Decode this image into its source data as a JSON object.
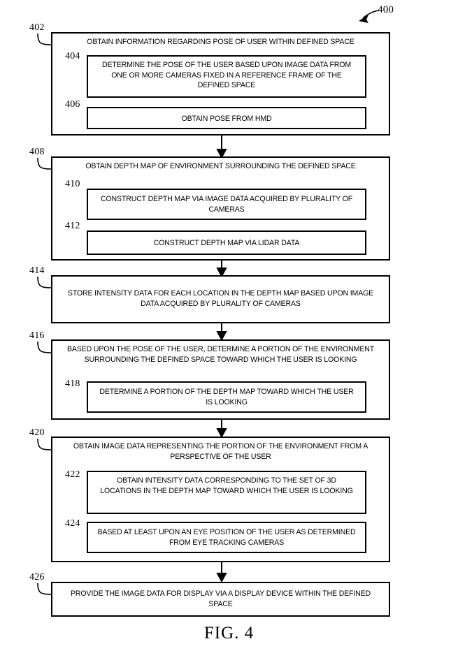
{
  "figure": {
    "caption": "FIG. 4",
    "diagram_ref": "400"
  },
  "flowchart": {
    "type": "patent-flowchart",
    "orientation": "vertical",
    "steps": [
      {
        "ref": "402",
        "text": "OBTAIN INFORMATION REGARDING POSE OF USER WITHIN DEFINED SPACE",
        "substeps": [
          {
            "ref": "404",
            "text": "DETERMINE THE POSE OF THE USER BASED UPON IMAGE DATA FROM ONE OR MORE CAMERAS FIXED IN A REFERENCE FRAME OF THE DEFINED SPACE"
          },
          {
            "ref": "406",
            "text": "OBTAIN POSE FROM HMD"
          }
        ]
      },
      {
        "ref": "408",
        "text": "OBTAIN DEPTH MAP OF ENVIRONMENT SURROUNDING THE DEFINED SPACE",
        "substeps": [
          {
            "ref": "410",
            "text": "CONSTRUCT DEPTH MAP VIA IMAGE DATA ACQUIRED BY PLURALITY OF CAMERAS"
          },
          {
            "ref": "412",
            "text": "CONSTRUCT DEPTH MAP VIA LIDAR DATA"
          }
        ]
      },
      {
        "ref": "414",
        "text": "STORE INTENSITY DATA FOR EACH LOCATION IN THE DEPTH MAP BASED UPON IMAGE DATA ACQUIRED BY PLURALITY OF CAMERAS",
        "substeps": []
      },
      {
        "ref": "416",
        "text": "BASED UPON THE POSE OF THE USER, DETERMINE A PORTION OF THE ENVIRONMENT SURROUNDING THE DEFINED SPACE TOWARD WHICH THE USER IS LOOKING",
        "substeps": [
          {
            "ref": "418",
            "text": "DETERMINE A PORTION OF THE DEPTH MAP TOWARD WHICH THE USER IS LOOKING"
          }
        ]
      },
      {
        "ref": "420",
        "text": "OBTAIN IMAGE DATA REPRESENTING THE PORTION OF THE ENVIRONMENT FROM A PERSPECTIVE OF THE USER",
        "substeps": [
          {
            "ref": "422",
            "text": "OBTAIN INTENSITY DATA CORRESPONDING TO THE SET OF 3D LOCATIONS IN THE DEPTH MAP TOWARD WHICH THE USER IS LOOKING"
          },
          {
            "ref": "424",
            "text": "BASED AT LEAST UPON AN EYE POSITION OF THE USER AS DETERMINED FROM EYE TRACKING CAMERAS"
          }
        ]
      },
      {
        "ref": "426",
        "text": "PROVIDE THE IMAGE DATA FOR DISPLAY VIA A DISPLAY DEVICE WITHIN THE DEFINED SPACE",
        "substeps": []
      }
    ]
  }
}
